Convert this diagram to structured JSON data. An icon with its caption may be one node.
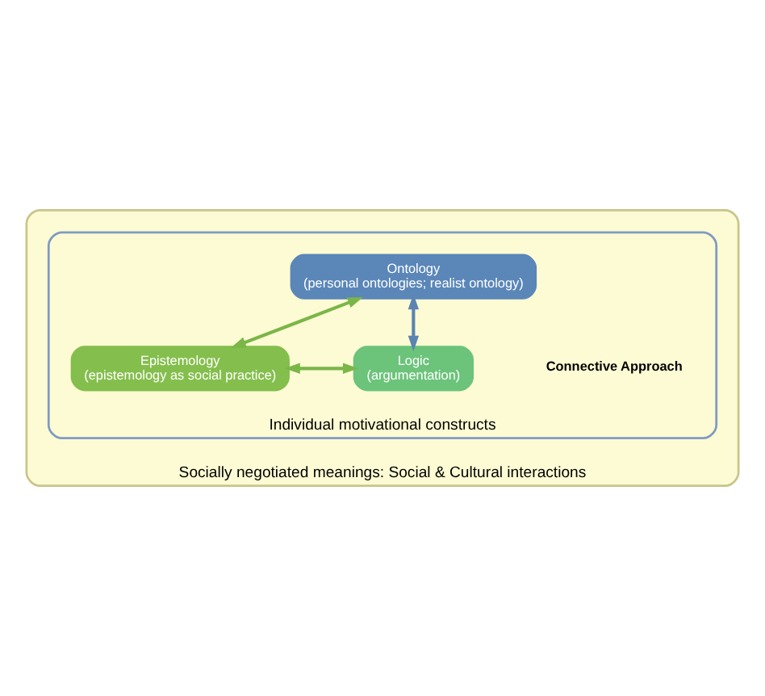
{
  "diagram": {
    "nodes": [
      {
        "text": [
          "Socially negotiated meanings: Social & Cultural interactions"
        ]
      },
      {
        "text": [
          "Individual motivational constructs"
        ],
        "in": 0
      },
      {
        "text": [
          "Ontology",
          "(personal ontologies; realist ontology)"
        ],
        "in": 1
      },
      {
        "text": [
          "Epistemology",
          "(epistemology as social practice)"
        ],
        "in": 1
      },
      {
        "text": [
          "Logic",
          "(argumentation)"
        ],
        "in": 1
      }
    ],
    "edges": [
      {
        "from": 2,
        "to": 3,
        "arrow": "both"
      },
      {
        "from": 2,
        "to": 4,
        "arrow": "both",
        "color": "#5b84b1"
      },
      {
        "from": 3,
        "to": 4,
        "arrow": "both"
      }
    ],
    "labels": [
      "Connective Approach"
    ]
  }
}
